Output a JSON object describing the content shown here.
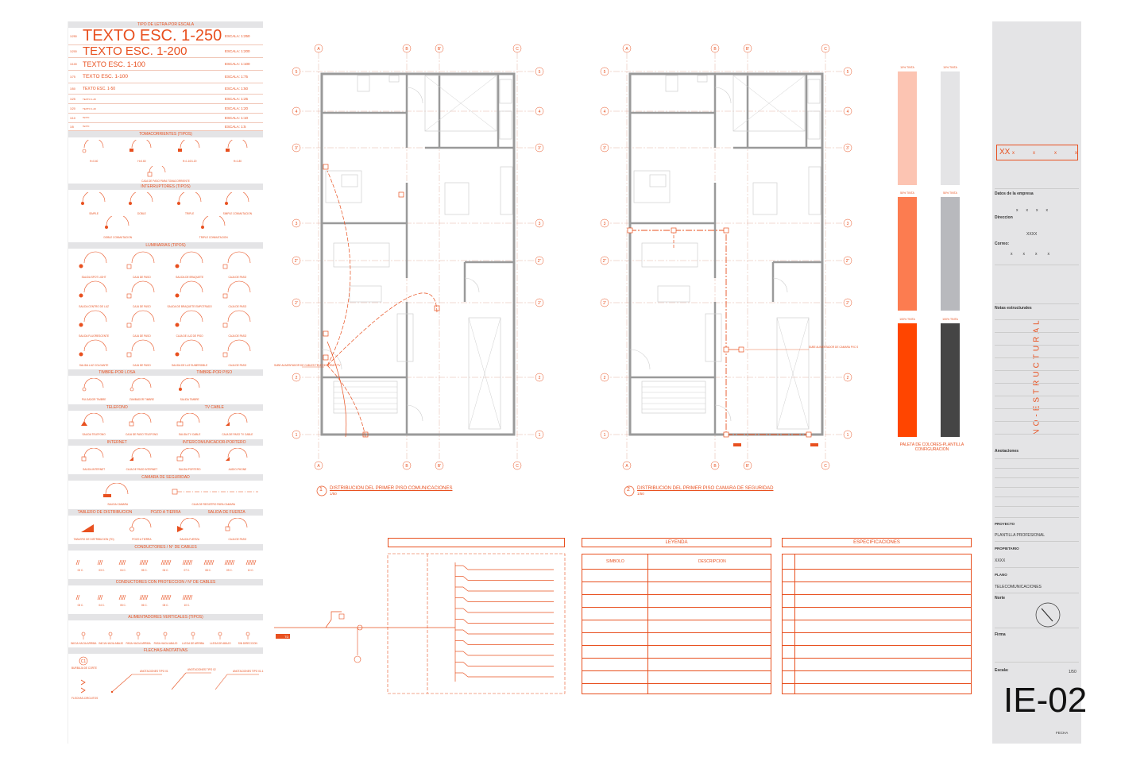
{
  "scale_panel": {
    "header": "TIPO DE LETRA-POR ESCALA",
    "rows": [
      {
        "ratio": "1/250",
        "text": "TEXTO ESC. 1-250",
        "esc": "ESCALA: 1:250"
      },
      {
        "ratio": "1/200",
        "text": "TEXTO ESC. 1-200",
        "esc": "ESCALA: 1:200"
      },
      {
        "ratio": "1/100",
        "text": "TEXTO ESC. 1-100",
        "esc": "ESCALA: 1:100"
      },
      {
        "ratio": "1/75",
        "text": "TEXTO ESC. 1-100",
        "esc": "ESCALA: 1:75"
      },
      {
        "ratio": "1/50",
        "text": "TEXTO ESC. 1-50",
        "esc": "ESCALA: 1:50"
      },
      {
        "ratio": "1/25",
        "text": "TEXTO 1-25",
        "esc": "ESCALA: 1:25"
      },
      {
        "ratio": "1/20",
        "text": "TEXTO 1-20",
        "esc": "ESCALA: 1:20"
      },
      {
        "ratio": "1/10",
        "text": "TEXTO",
        "esc": "ESCALA: 1:10"
      },
      {
        "ratio": "1/5",
        "text": "TEXTO",
        "esc": "ESCALA: 1:5"
      }
    ]
  },
  "sections": {
    "toma": {
      "title": "TOMACORRIENTES (TIPOS)",
      "items": [
        "H=0.40",
        "H=0.60",
        "H=1.10/1.20",
        "H=1.80"
      ],
      "extra": "CAJA DE PASO PARA TOMACORRIENTE"
    },
    "inter": {
      "title": "INTERRUPTORES (TIPOS)",
      "items": [
        "SIMPLE",
        "DOBLE",
        "TRIPLE",
        "SIMPLE CONMUTACION",
        "DOBLE CONMUTACION",
        "TRIPLE CONMUTACION"
      ]
    },
    "lum": {
      "title": "LUMINARIAS (TIPOS)",
      "items": [
        "SALIDA SPOT LIGHT",
        "CAJA DE PASO",
        "SALIDA DE BRAQUETE",
        "CAJA DE PASO",
        "SALIDA CENTRO DE LUZ",
        "CAJA DE PASO",
        "SALIDA DE BRAQUETE EMPOTRADO",
        "CAJA DE PASO",
        "SALIDA FLUORESCENTE",
        "CAJA DE PASO",
        "CAJA DE LUZ DE PISO",
        "CAJA DE PASO",
        "SALIDA LUZ COLGANTE",
        "CAJA DE PASO",
        "SALIDA DE LUZ SUMERGIBLE",
        "CAJA DE PASO"
      ]
    },
    "timbre": {
      "title_a": "TIMBRE-POR LOSA",
      "title_b": "TIMBRE-POR PISO",
      "items": [
        "PULSADOR TIMBRE",
        "ZUMBADOR TIMBRE",
        "SALIDA TIMBRE"
      ]
    },
    "tel": {
      "title_a": "TELEFONO",
      "title_b": "TV CABLE",
      "items": [
        "SALIDA TELEFONO",
        "CAJA DE PASO TELEFONO",
        "SALIDA TV CABLE",
        "CAJA DE PASO TV CABLE"
      ]
    },
    "net": {
      "title_a": "INTERNET",
      "title_b": "INTERCOMUNICADOR-PORTERO",
      "items": [
        "SALIDA INTERNET",
        "CAJA DE PASO INTERNET",
        "SALIDA PORTERO",
        "AUDIO-PHONE"
      ]
    },
    "cam": {
      "title": "CAMARA DE SEGURIDAD",
      "items": [
        "SALIDA CAMARA",
        "CAJA DE REGISTRO PARA CAMARA"
      ]
    },
    "tab": {
      "title_a": "TABLERO DE DISTRIBUCION",
      "title_b": "POZO A TIERRA",
      "title_c": "SALIDA DE FUERZA",
      "items": [
        "TABLERO DE DISTRIBUCION (TD)",
        "POZO A TIERRA",
        "SALIDA FUERZA",
        "CAJA DE PASO"
      ]
    },
    "cond": {
      "title": "CONDUCTORES / N° DE CABLES",
      "items": [
        "02 C.",
        "03 C.",
        "04 C.",
        "05 C.",
        "06 C.",
        "07 C.",
        "08 C.",
        "09 C.",
        "10 C."
      ]
    },
    "condp": {
      "title": "CONDUCTORES CON PROTECCION / N° DE CABLES",
      "items": [
        "03 C.",
        "04 C.",
        "05 C.",
        "06 C.",
        "08 C.",
        "10 C."
      ]
    },
    "alim": {
      "title": "ALIMENTADORES VERTICALES (TIPOS)",
      "items": [
        "INICIA HACIA ARRIBA",
        "INICIA HACIA ABAJO",
        "PASA HACIA ARRIBA",
        "PASA HACIA ABAJO",
        "LLEGA DE ARRIBA",
        "LLEGA DE ABAJO",
        "SIN DIRECCION"
      ]
    },
    "flech": {
      "title": "FLECHAS-ANOTATIVAS",
      "items": [
        "BURBUJA DE CORTE",
        "FLECHAS-CIRCUITOS",
        "ANOTACIONES TIPO 01",
        "ANOTACIONES TIPO 02",
        "ANOTACIONES TIPO 01-1"
      ],
      "bubble": "C1"
    }
  },
  "plans": {
    "axis_letters": [
      "A",
      "B",
      "B'",
      "C"
    ],
    "axis_numbers": [
      "5",
      "4",
      "3'",
      "3",
      "2''",
      "2'",
      "2",
      "1"
    ],
    "plan1": {
      "num": "1",
      "title": "DISTRIBUCION DEL PRIMER PISO COMUNICACIONES",
      "scale": "1/50",
      "note": "SUBE ALIMENTADOR DE CABLES TELEF/INTERNET/TV"
    },
    "plan2": {
      "num": "2",
      "title": "DISTRIBUCION DEL PRIMER PISO CAMARA DE SEGURIDAD",
      "scale": "1/50",
      "note": "SUBE ALIMENTADOR DE CAMARA PVC SEL Ø 20mm"
    }
  },
  "palette": {
    "labels": [
      "10% TINTA",
      "10% TINTA",
      "50% TINTA",
      "50% TINTA",
      "100% TINTA",
      "100% TINTA"
    ],
    "colors": [
      "#fcc4b2",
      "#e4e4e6",
      "#fc7c50",
      "#b8b9bd",
      "#ff4500",
      "#454545"
    ],
    "caption1": "PALETA DE COLORES-PLANTILLA",
    "caption2": "CONFIGURACION"
  },
  "tables": {
    "leyenda": "LEYENDA",
    "especificaciones": "ESPECIFICACIONES",
    "simbolo": "SIMBOLO",
    "descripcion": "DESCRIPCION",
    "td_label": "TD"
  },
  "titleblock": {
    "logo_xx": "XX",
    "logo_x": "x",
    "empresa": "Datos de la empresa",
    "direccion": "Direccion",
    "direccion_val": "XXXX",
    "correo": "Correo:",
    "notas": "Notas estructurales",
    "no_estructural": "NO-ESTRUCTURAL",
    "anotaciones": "Anotaciones",
    "proyecto": "PROYECTO",
    "proyecto_val": "PLANTILLA PROFESIONAL",
    "propietario": "PROPIETARIO",
    "propietario_val": "XXXX",
    "plano": "PLANO",
    "plano_val": "TELECOMUNICACIONES",
    "norte": "Norte",
    "firma": "Firma",
    "escala": "Escala:",
    "escala_val": "1/50",
    "sheet": "IE-02",
    "fecha": "FECHA",
    "dots": "x"
  }
}
